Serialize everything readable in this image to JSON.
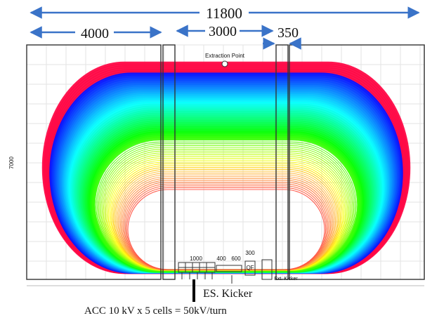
{
  "dimensions": {
    "total": "11800",
    "magnet": "4000",
    "gap": "3000",
    "kicker_gap": "350",
    "height": "7000"
  },
  "labels": {
    "extraction_point": "Extraction Point",
    "seg_1000": "1000",
    "seg_400": "400",
    "seg_600": "600",
    "seg_300": "300",
    "qf": "QF",
    "es_kicker": "ES. Kicker",
    "ext_kicker": "Ext. Kicker",
    "acc": "ACC 10 kV x 5 cells = 50kV/turn"
  },
  "colors": {
    "orbit_inner": "#ff2a6a",
    "orbit_mid": "#00e07a",
    "orbit_outer": "#ff2a6a",
    "outline": "#333333"
  }
}
